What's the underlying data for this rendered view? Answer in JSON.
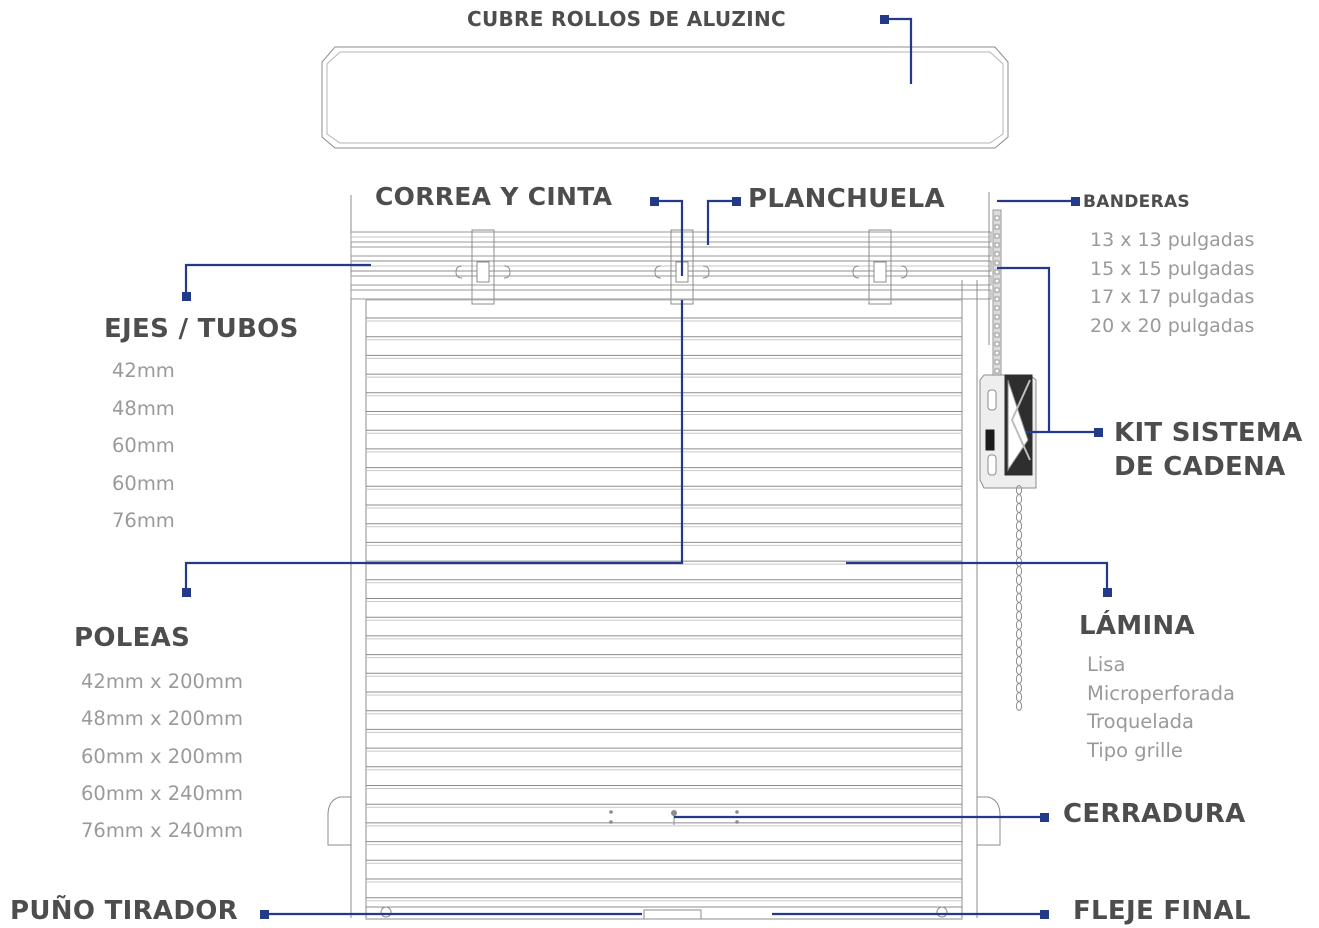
{
  "labels": {
    "cubre_rollos": "CUBRE ROLLOS DE ALUZINC",
    "correa_cinta": "CORREA Y CINTA",
    "planchuela": "PLANCHUELA",
    "banderas": "BANDERAS",
    "ejes_tubos": "EJES / TUBOS",
    "kit_line1": "KIT SISTEMA",
    "kit_line2": "DE CADENA",
    "poleas": "POLEAS",
    "lamina": "LÁMINA",
    "cerradura": "CERRADURA",
    "puno_tirador": "PUÑO TIRADOR",
    "fleje_final": "FLEJE FINAL"
  },
  "lists": {
    "banderas": [
      "13 x 13 pulgadas",
      "15 x 15 pulgadas",
      "17 x 17 pulgadas",
      "20 x 20 pulgadas"
    ],
    "ejes_tubos": [
      "42mm",
      "48mm",
      "60mm",
      "60mm",
      "76mm"
    ],
    "poleas": [
      "42mm x 200mm",
      "48mm x 200mm",
      "60mm x 200mm",
      "60mm x 240mm",
      "76mm x 240mm"
    ],
    "lamina": [
      "Lisa",
      "Microperforada",
      "Troquelada",
      "Tipo grille"
    ]
  },
  "colors": {
    "callout": "#233a8b",
    "heading": "#4d4d4d",
    "list": "#9a9a9a",
    "drawing": "#8c8c8c"
  }
}
